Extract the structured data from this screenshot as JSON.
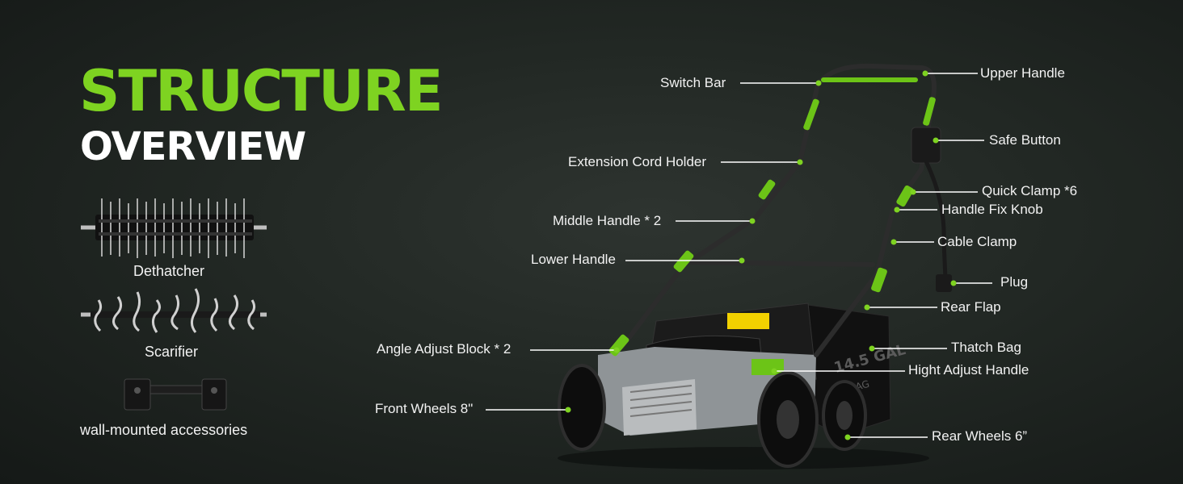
{
  "heading": {
    "line1": "STRUCTURE",
    "line2": "OVERVIEW"
  },
  "accessories": [
    {
      "label": "Dethatcher"
    },
    {
      "label": "Scarifier"
    },
    {
      "label": "wall-mounted accessories"
    }
  ],
  "product": {
    "bag_text": "14.5 GAL",
    "bag_text2": "BAG"
  },
  "callouts": [
    {
      "label": "Switch Bar"
    },
    {
      "label": "Upper Handle"
    },
    {
      "label": "Safe Button"
    },
    {
      "label": "Extension Cord Holder"
    },
    {
      "label": "Quick Clamp *6"
    },
    {
      "label": "Handle Fix Knob"
    },
    {
      "label": "Middle Handle * 2"
    },
    {
      "label": "Cable Clamp"
    },
    {
      "label": "Lower Handle"
    },
    {
      "label": "Plug"
    },
    {
      "label": "Rear Flap"
    },
    {
      "label": "Angle Adjust Block * 2"
    },
    {
      "label": "Thatch Bag"
    },
    {
      "label": "Hight Adjust Handle"
    },
    {
      "label": "Front Wheels 8\""
    },
    {
      "label": "Rear Wheels 6”"
    }
  ],
  "colors": {
    "accent": "#7ed321",
    "text": "#f2f2f2"
  }
}
